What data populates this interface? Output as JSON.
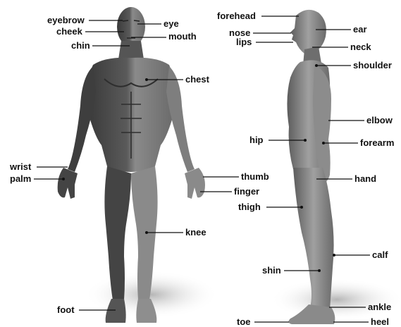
{
  "figures": {
    "front": {
      "labels": {
        "eyebrow": "eyebrow",
        "eye": "eye",
        "cheek": "cheek",
        "mouth": "mouth",
        "chin": "chin",
        "chest": "chest",
        "wrist": "wrist",
        "palm": "palm",
        "thumb": "thumb",
        "finger": "finger",
        "knee": "knee",
        "foot": "foot"
      }
    },
    "side": {
      "labels": {
        "forehead": "forehead",
        "nose": "nose",
        "lips": "lips",
        "ear": "ear",
        "neck": "neck",
        "shoulder": "shoulder",
        "elbow": "elbow",
        "hip": "hip",
        "forearm": "forearm",
        "hand": "hand",
        "thigh": "thigh",
        "calf": "calf",
        "shin": "shin",
        "ankle": "ankle",
        "toe": "toe",
        "heel": "heel"
      }
    }
  },
  "colors": {
    "skin_light": "#9a9a9a",
    "skin_mid": "#6f6f6f",
    "skin_dark": "#3c3c3c",
    "muscle_side": "#4a4a4a",
    "shadow": "#d9d9d9",
    "label_text": "#111111"
  }
}
